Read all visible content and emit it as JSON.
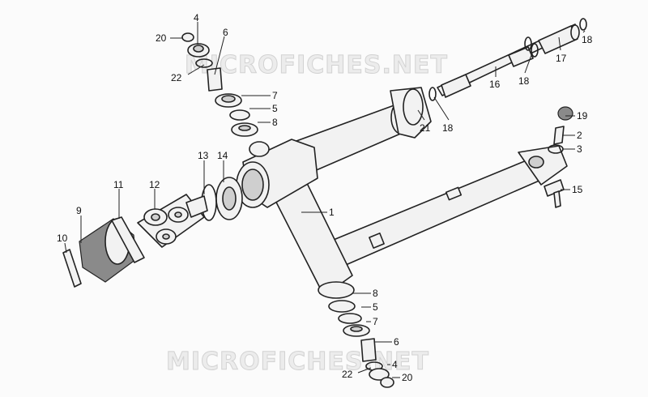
{
  "watermark": {
    "text": "MICROFICHES.NET"
  },
  "callouts": [
    {
      "id": "c4a",
      "label": "4"
    },
    {
      "id": "c20a",
      "label": "20"
    },
    {
      "id": "c6a",
      "label": "6"
    },
    {
      "id": "c22a",
      "label": "22"
    },
    {
      "id": "c7a",
      "label": "7"
    },
    {
      "id": "c5a",
      "label": "5"
    },
    {
      "id": "c8a",
      "label": "8"
    },
    {
      "id": "c13",
      "label": "13"
    },
    {
      "id": "c14",
      "label": "14"
    },
    {
      "id": "c11",
      "label": "11"
    },
    {
      "id": "c12",
      "label": "12"
    },
    {
      "id": "c9",
      "label": "9"
    },
    {
      "id": "c10",
      "label": "10"
    },
    {
      "id": "c1",
      "label": "1"
    },
    {
      "id": "c21",
      "label": "21"
    },
    {
      "id": "c18a",
      "label": "18"
    },
    {
      "id": "c16",
      "label": "16"
    },
    {
      "id": "c18b",
      "label": "18"
    },
    {
      "id": "c17",
      "label": "17"
    },
    {
      "id": "c18c",
      "label": "18"
    },
    {
      "id": "c19",
      "label": "19"
    },
    {
      "id": "c2",
      "label": "2"
    },
    {
      "id": "c3",
      "label": "3"
    },
    {
      "id": "c15",
      "label": "15"
    },
    {
      "id": "c8b",
      "label": "8"
    },
    {
      "id": "c5b",
      "label": "5"
    },
    {
      "id": "c7b",
      "label": "7"
    },
    {
      "id": "c6b",
      "label": "6"
    },
    {
      "id": "c22b",
      "label": "22"
    },
    {
      "id": "c4b",
      "label": "4"
    },
    {
      "id": "c20b",
      "label": "20"
    }
  ]
}
